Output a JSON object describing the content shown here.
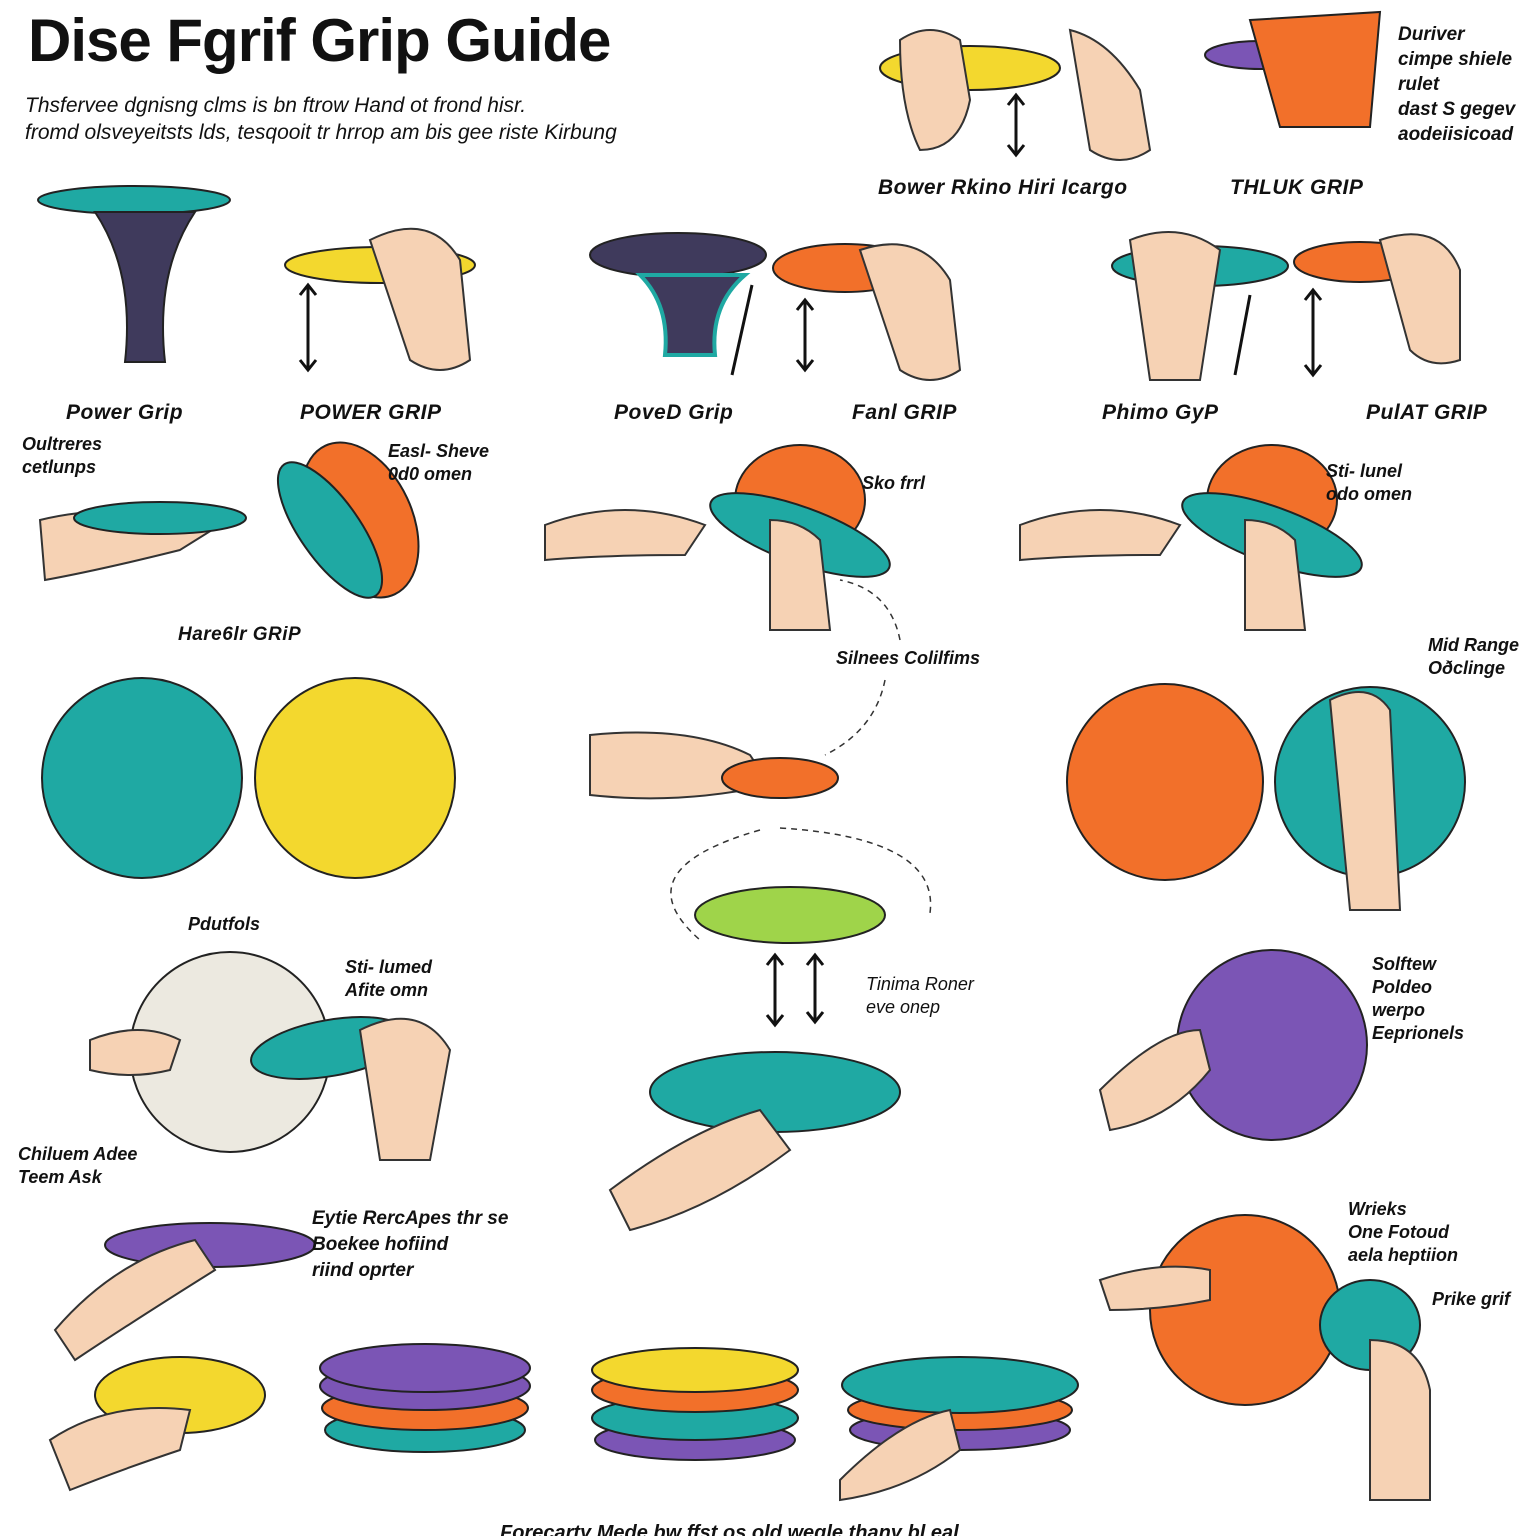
{
  "title": "Dise Fgrif Grip Guide",
  "subtitle": [
    "Thsfervee dgnisng clms is bn ftrow Hand ot frond hisr.",
    "fromd olsveyeitsts lds, tesqooit tr hrrop am bis gee riste Kirbung"
  ],
  "colors": {
    "teal": "#1fa9a3",
    "yellow": "#f3d82e",
    "orange": "#f2702a",
    "purple": "#7b55b5",
    "lime": "#9fd44a",
    "white": "#ece9e0",
    "navy": "#3f3a5c",
    "skin": "#f6d2b4"
  },
  "labels": {
    "top_a": "Bower Rkino Hiri Icargo",
    "top_b": "THLUK GRIP",
    "top_note": "Duriver\ncimpe shiele\nrulet\ndast S gegev\naodeiisicoad",
    "row": [
      "Power Grip",
      "POWER GRIP",
      "PoveD Grip",
      "Fanl GRIP",
      "Phimo GyP",
      "PulAT GRIP"
    ],
    "oultreres": "Oultreres\ncetlunps",
    "easl": "Easl- Sheve\n0d0 omen",
    "sko": "Sko frrl",
    "stilunel": "Sti- lunel\nodo omen",
    "hare": "Hare6lr GRiP",
    "silnees": "Silnees Colilfims",
    "midrange": "Mid Range\nOðclinge",
    "pdutfols": "Pdutfols",
    "stilumed": "Sti- lumed\nAfite omn",
    "tinima": "Tinima Roner\neve onep",
    "solftew": "Solftew\nPoldeo\nwerpo\nEeprionels",
    "chiluem": "Chiluem Adee\nTeem Ask",
    "eytie": "Eytie RercApes thr se\nBoekee hofiind\nriind oprter",
    "wrieks": "Wrieks\nOne Fotoud\naela heptiion",
    "prike": "Prike grif",
    "footer": "Forecarty Mede bw ffst os old wegle thany bl eal"
  }
}
